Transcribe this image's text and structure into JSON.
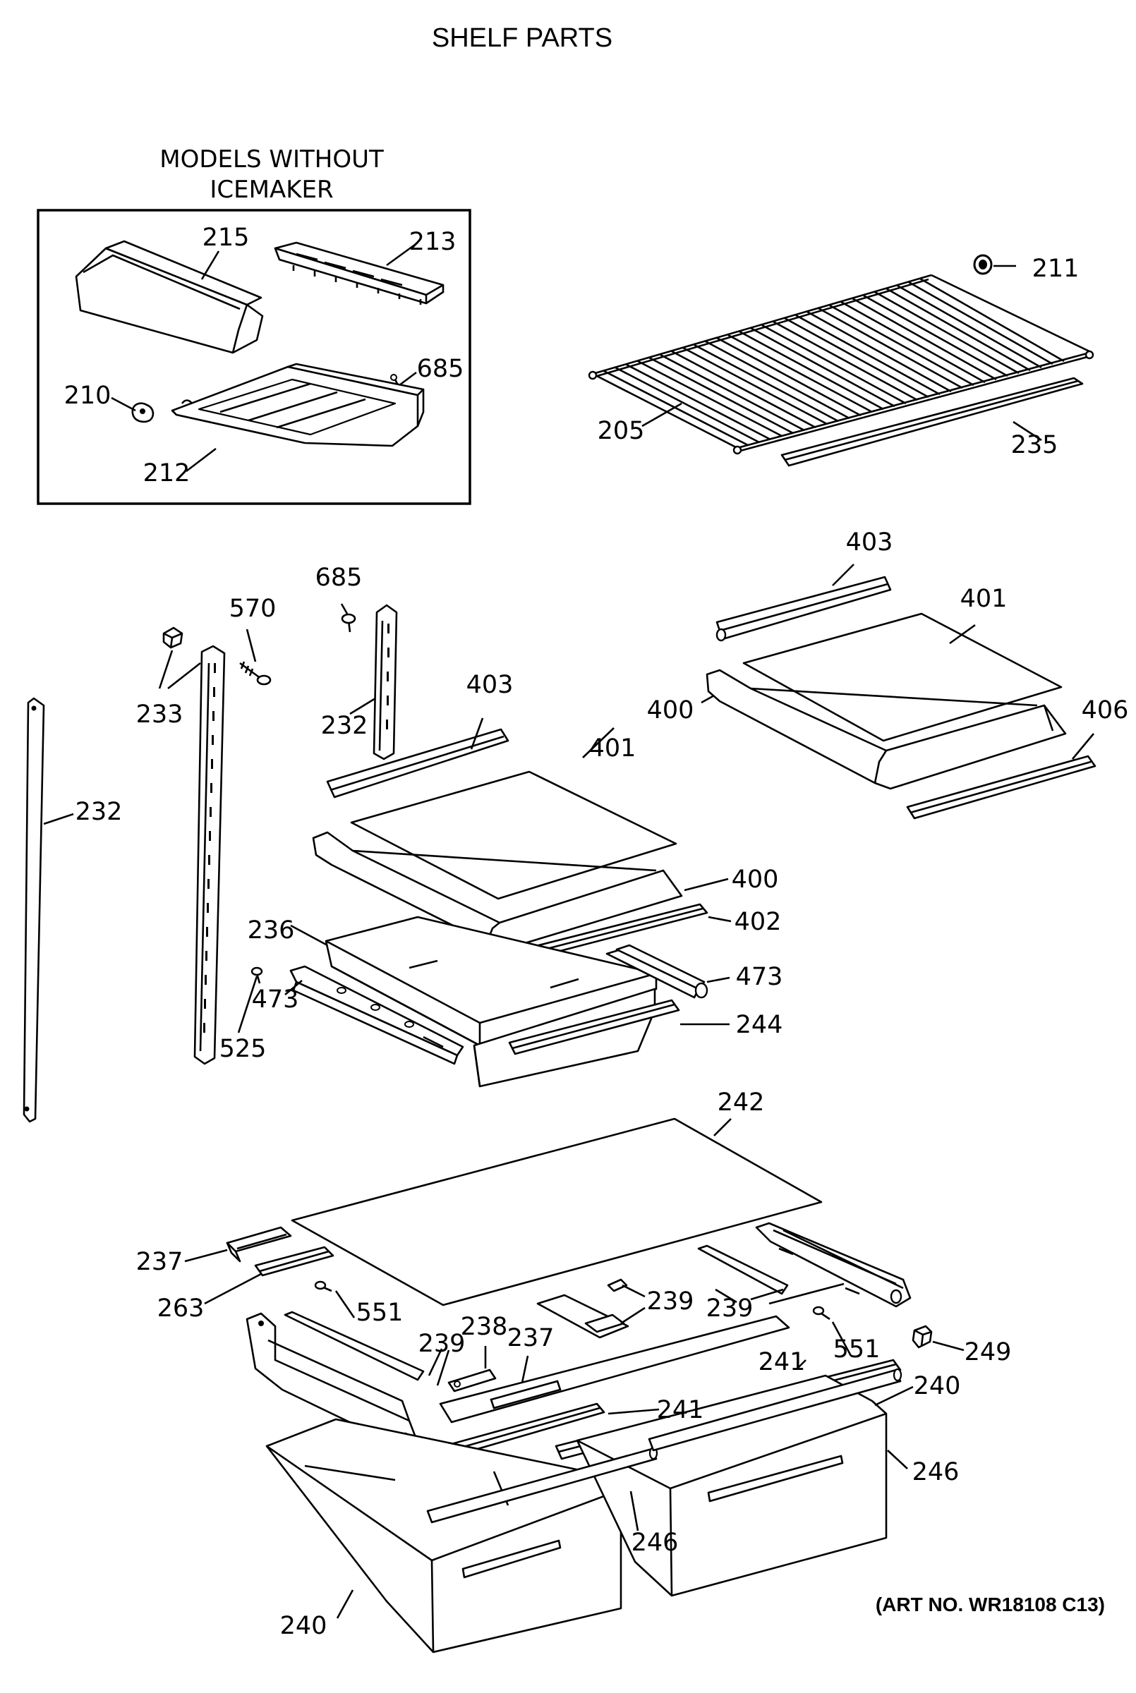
{
  "title": "SHELF PARTS",
  "inset": {
    "heading_line1": "MODELS WITHOUT",
    "heading_line2": "ICEMAKER"
  },
  "art_number": "(ART NO. WR18108 C13)",
  "callouts": {
    "c215": "215",
    "c213": "213",
    "c685a": "685",
    "c210": "210",
    "c212": "212",
    "c211": "211",
    "c205": "205",
    "c235": "235",
    "c403a": "403",
    "c401a": "401",
    "c400a": "400",
    "c406": "406",
    "c685b": "685",
    "c570": "570",
    "c233": "233",
    "c232a": "232",
    "c232b": "232",
    "c403b": "403",
    "c401b": "401",
    "c400b": "400",
    "c402": "402",
    "c236": "236",
    "c473a": "473",
    "c473b": "473",
    "c525": "525",
    "c244": "244",
    "c242": "242",
    "c237a": "237",
    "c263": "263",
    "c551a": "551",
    "c239a": "239",
    "c239b": "239",
    "c238": "238",
    "c237b": "237",
    "c239c": "239",
    "c551b": "551",
    "c249": "249",
    "c241a": "241",
    "c241b": "241",
    "c240a": "240",
    "c246a": "246",
    "c246b": "246",
    "c240b": "240"
  }
}
